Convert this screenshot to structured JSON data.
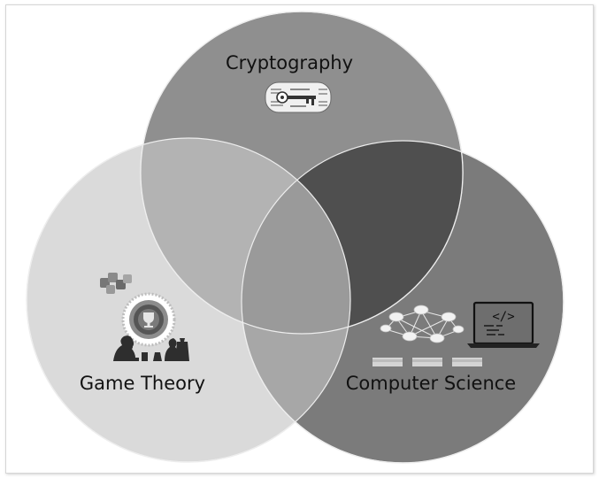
{
  "diagram": {
    "sets": [
      {
        "id": "cryptography",
        "label": "Cryptography",
        "icon": "key-icon",
        "color": "#8f8f8f"
      },
      {
        "id": "game-theory",
        "label": "Game Theory",
        "icon": "trophy-chess-icon",
        "color": "#dadada"
      },
      {
        "id": "computer-science",
        "label": "Computer Science",
        "icon": "network-laptop-icon",
        "color": "#7b7b7b"
      }
    ],
    "overlaps": {
      "crypto_game": "#b3b3b3",
      "crypto_cs": "#4f4f4f",
      "game_cs": "#a7a7a7",
      "center": "#9a9a9a"
    }
  }
}
